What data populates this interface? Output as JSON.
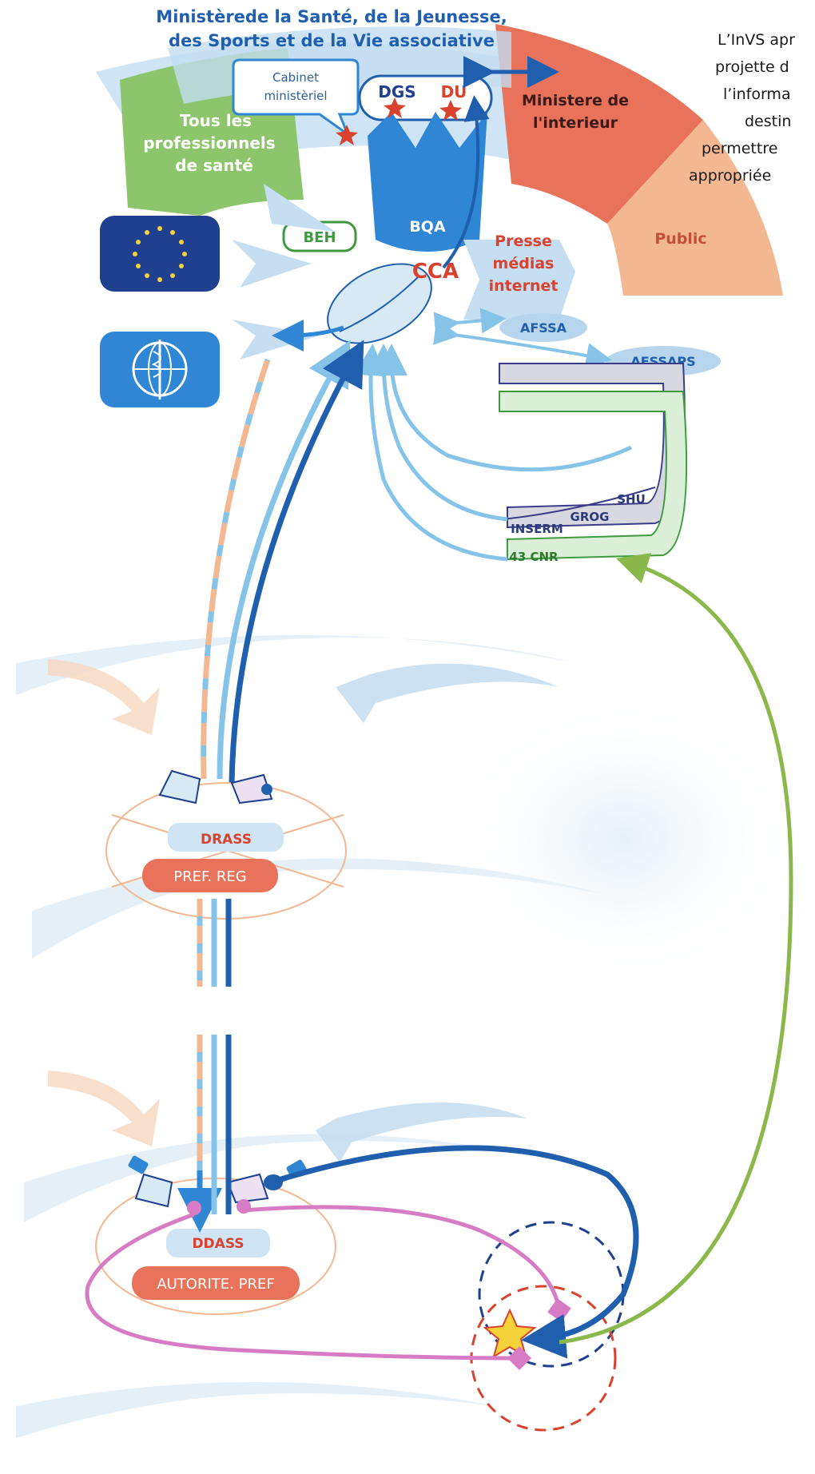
{
  "header": {
    "ministry_line1": "Ministèrede la Santé, de la Jeunesse,",
    "ministry_line2": "des Sports et de la Vie associative"
  },
  "side_text": {
    "line1": "L’InVS apr",
    "line2": "projette d",
    "line3": "l’informa",
    "line4": "destin",
    "line5": "permettre",
    "line6": "appropriée"
  },
  "nodes": {
    "cabinet_line1": "Cabinet",
    "cabinet_line2": "ministèriel",
    "dgs": "DGS",
    "du": "DU",
    "bqa": "BQA",
    "cca": "CCA",
    "beh": "BEH",
    "sante_line1": "Tous les",
    "sante_line2": "professionnels",
    "sante_line3": "de santé",
    "interieur_line1": "Ministere de",
    "interieur_line2": "l'interieur",
    "public": "Public",
    "presse_line1": "Presse",
    "presse_line2": "médias",
    "presse_line3": "internet",
    "afssa": "AFSSA",
    "afssaps": "AFSSAPS",
    "inserm": "INSERM",
    "grog": "GROG",
    "shu": "SHU",
    "cnr": "43 CNR",
    "drass": "DRASS",
    "pref_reg": "PREF. REG",
    "ddass": "DDASS",
    "autorite_pref": "AUTORITE. PREF"
  },
  "colors": {
    "dark_blue": "#1f5fae",
    "mid_blue": "#2e86d4",
    "light_blue": "#86c3e8",
    "pale_blue": "#d8e9f6",
    "red_label": "#d9422e",
    "orange_red": "#e8735a",
    "peach": "#f3b892",
    "green": "#8cc56b",
    "pink": "#d67bc4",
    "olive_green": "#8ab84a",
    "navy": "#2b3a7a"
  },
  "icons": {
    "eu": "eu-flag-icon",
    "who": "who-emblem-icon",
    "alert": "alert-star-icon"
  }
}
